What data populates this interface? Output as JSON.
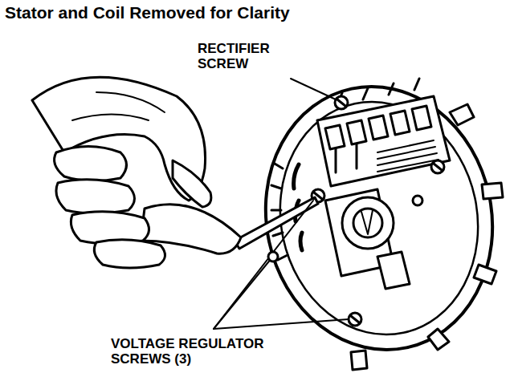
{
  "diagram": {
    "title": "Stator and Coil Removed for Clarity",
    "labels": [
      "RECTIFIER SCREW",
      "VOLTAGE REGULATOR SCREWS (3)"
    ]
  }
}
